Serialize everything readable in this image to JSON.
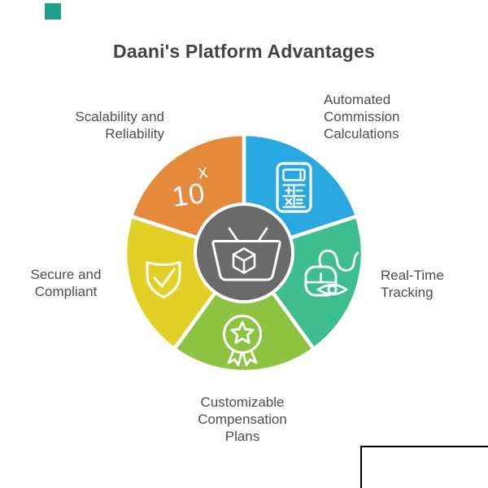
{
  "title": {
    "text": "Daani's Platform Advantages",
    "color": "#434343"
  },
  "palette": {
    "orange": "#E58A3C",
    "blue": "#29A8DF",
    "green": "#3EBE8E",
    "light_green": "#8DC340",
    "yellow": "#E2D027",
    "center_gray": "#6A6A6A",
    "label_text": "#4E4E4E",
    "icon_stroke": "#FFFFFF",
    "teal_square": "#21A18B",
    "white_box_border": "#000000"
  },
  "wheel": {
    "center_icon": "shopping-basket-product-icon",
    "segments": [
      {
        "name": "scalability-and-reliability",
        "color": "#E58A3C",
        "icon": "ten-power-x-icon",
        "icon_text_base": "10",
        "icon_text_sup": "x"
      },
      {
        "name": "automated-commission-calculations",
        "color": "#29A8DF",
        "icon": "calculator-icon"
      },
      {
        "name": "real-time-tracking",
        "color": "#3EBE8E",
        "icon": "mouse-eye-tracking-icon"
      },
      {
        "name": "customizable-compensation-plans",
        "color": "#8DC340",
        "icon": "award-rosette-icon"
      },
      {
        "name": "secure-and-compliant",
        "color": "#E2D027",
        "icon": "shield-check-icon"
      }
    ]
  },
  "labels": {
    "scalability": {
      "line1": "Scalability and",
      "line2": "Reliability"
    },
    "automated": {
      "line1": "Automated",
      "line2": "Commission",
      "line3": "Calculations"
    },
    "realtime": {
      "line1": "Real-Time",
      "line2": "Tracking"
    },
    "secure": {
      "line1": "Secure and",
      "line2": "Compliant"
    },
    "customizable": {
      "line1": "Customizable",
      "line2": "Compensation",
      "line3": "Plans"
    }
  }
}
